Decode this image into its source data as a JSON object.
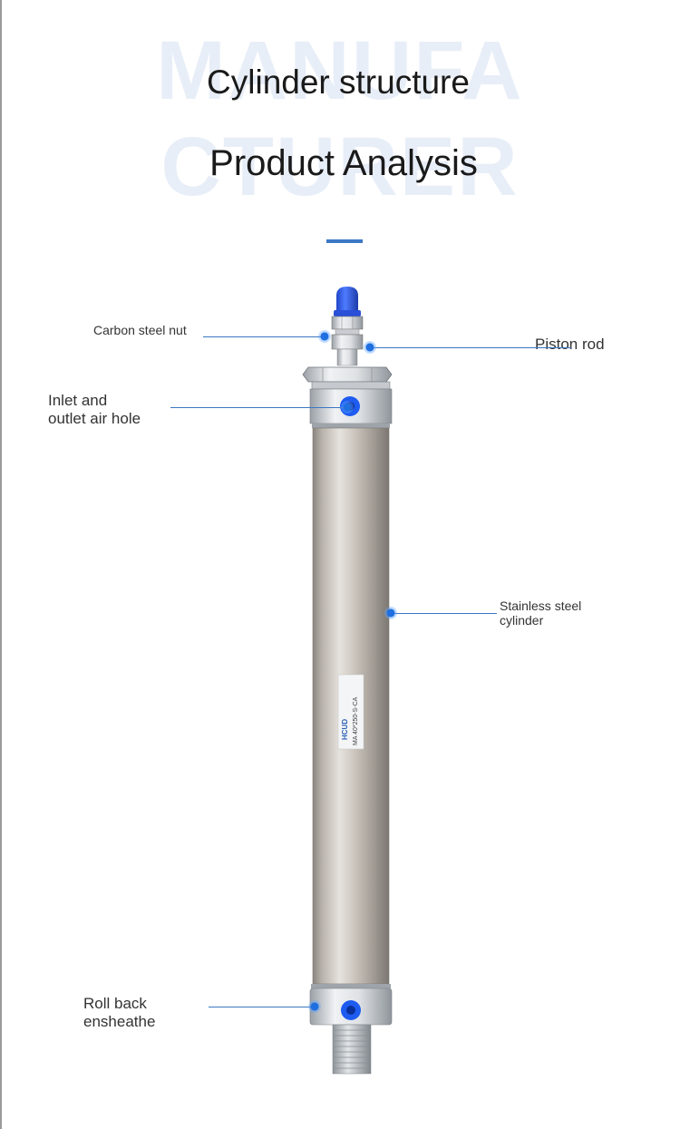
{
  "background_words": [
    "MANUFA",
    "CTURER"
  ],
  "title_line1": "Cylinder structure",
  "title_line2": "Product Analysis",
  "colors": {
    "accent": "#3c78c6",
    "leader_line": "#3b78c2",
    "marker_dot": "#1f6fe0",
    "rod_cap": "#2f5fe0",
    "air_port": "#1e5cf0",
    "text": "#333333"
  },
  "cylinder_label": {
    "brand": "HCUD",
    "model": "MA 40*250-S-CA"
  },
  "callouts": [
    {
      "id": "carbon-steel-nut",
      "text": "Carbon steel nut"
    },
    {
      "id": "piston-rod",
      "text": "Piston rod"
    },
    {
      "id": "inlet-outlet-air-hole",
      "text": "Inlet and\noutlet air hole"
    },
    {
      "id": "stainless-steel-cylinder",
      "text": "Stainless steel\ncylinder"
    },
    {
      "id": "roll-back-ensheathe",
      "text": "Roll back\nensheathe"
    }
  ]
}
